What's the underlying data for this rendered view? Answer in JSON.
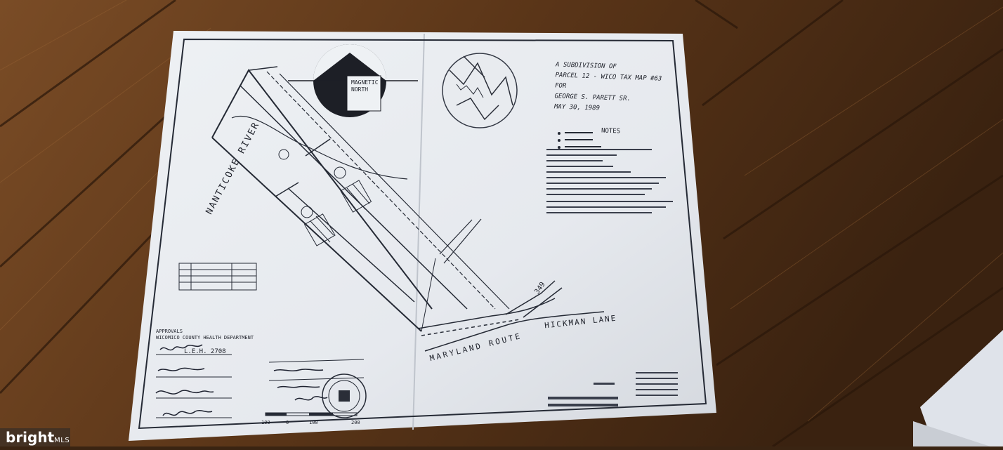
{
  "colors": {
    "floor_dark": "#3a2412",
    "floor_mid": "#6b4322",
    "floor_light": "#8a5a30",
    "paper": "#e9ecf0",
    "ink": "#20232c"
  },
  "plat": {
    "title_lines": [
      "A SUBDIVISION OF",
      "PARCEL 12 - WICO TAX MAP #63",
      "FOR",
      "GEORGE S. PARETT SR.",
      "MAY 30, 1989"
    ],
    "notes_heading": "NOTES",
    "river_label": "NANTICOKE RIVER",
    "road_label": "MARYLAND ROUTE",
    "route_number": "349",
    "lane_label": "HICKMAN LANE",
    "approvals_heading": "APPROVALS",
    "health_dept": "WICOMICO COUNTY HEALTH DEPARTMENT",
    "license_no": "L.E.H. 2708",
    "magnetic_north": "MAGNETIC NORTH",
    "scale_ticks": [
      "100",
      "0",
      "100",
      "200"
    ]
  },
  "watermark": {
    "brand": "bright",
    "suffix": "MLS"
  }
}
